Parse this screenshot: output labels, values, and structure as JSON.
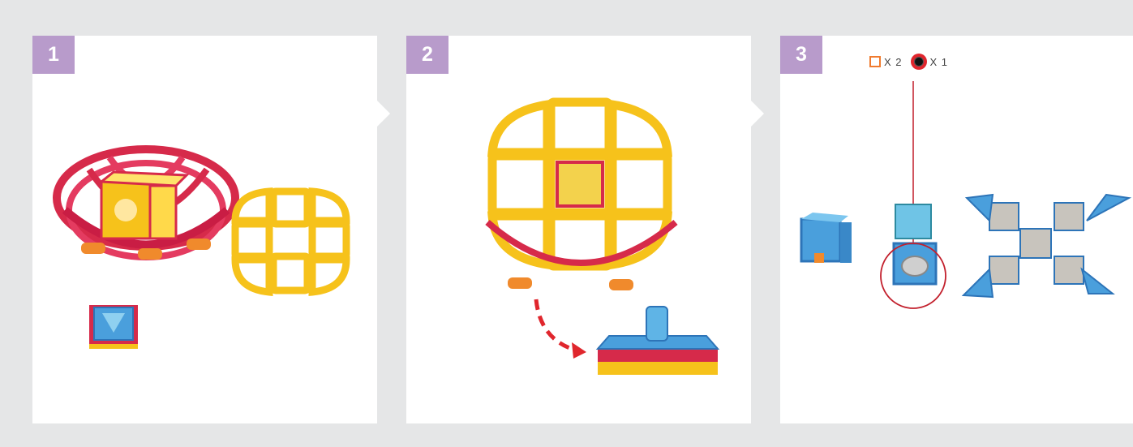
{
  "steps": [
    {
      "number": "1"
    },
    {
      "number": "2"
    },
    {
      "number": "3"
    }
  ],
  "parts_needed": {
    "square_count": "X 2",
    "magnet_count": "X 1"
  },
  "colors": {
    "background": "#e5e6e7",
    "badge": "#b89bcb",
    "yellow_piece": "#f6c21b",
    "red_piece": "#d62a4a",
    "blue_piece": "#4a9fdc",
    "arrow": "#e0262d",
    "square_icon": "#f07b2f"
  }
}
